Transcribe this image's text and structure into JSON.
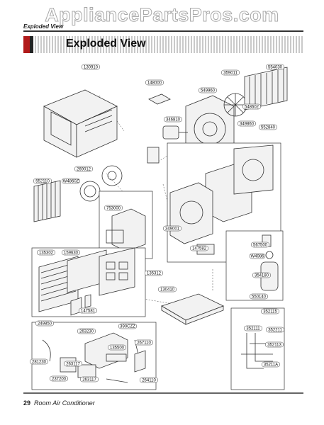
{
  "watermark": "AppliancePartsPros.com",
  "header": {
    "section": "Exploded View",
    "title": "Exploded View"
  },
  "footer": {
    "page": "29",
    "text": "Room Air Conditioner"
  },
  "parts": [
    "130910",
    "148000",
    "359011",
    "554030",
    "549960",
    "346810",
    "349860",
    "548602",
    "552840",
    "552110",
    "269012",
    "W4860Z",
    "753000",
    "349001",
    "147582",
    "567500",
    "W4986",
    "354180",
    "550140",
    "135302",
    "159630",
    "135312",
    "147581",
    "130410",
    "352115",
    "352111",
    "352211",
    "352113",
    "35211A",
    "249850",
    "263230",
    "390CZZ",
    "135500",
    "267110",
    "264110",
    "281230",
    "237200",
    "263117",
    "263117"
  ]
}
